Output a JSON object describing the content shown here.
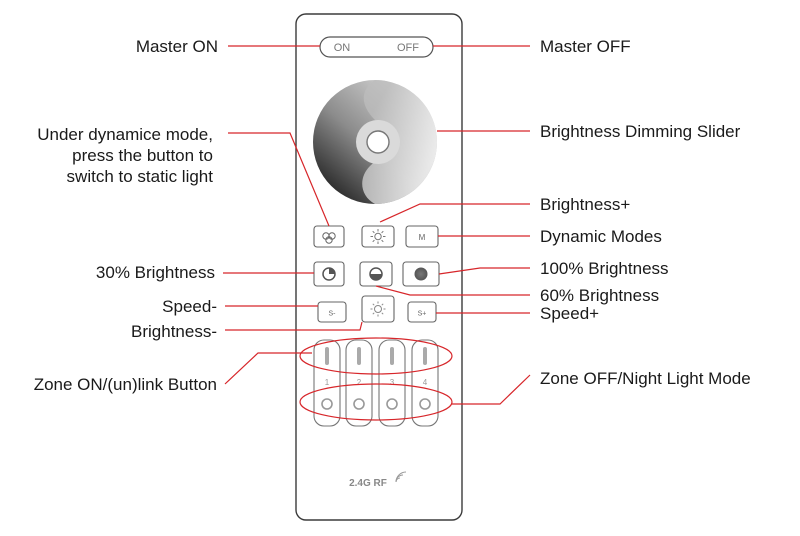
{
  "remote": {
    "on_label": "ON",
    "off_label": "OFF",
    "speed_minus_label": "S-",
    "speed_plus_label": "S+",
    "mode_label": "M",
    "zones": [
      "1",
      "2",
      "3",
      "4"
    ],
    "rf_label": "2.4G RF"
  },
  "callouts": {
    "master_on": "Master ON",
    "master_off": "Master OFF",
    "dynamic_line1": "Under dynamice mode,",
    "dynamic_line2": "press the button to",
    "dynamic_line3": "switch to static light",
    "brightness_dimming_slider": "Brightness Dimming Slider",
    "brightness_plus": "Brightness+",
    "dynamic_modes": "Dynamic Modes",
    "brightness_30": "30% Brightness",
    "brightness_100": "100% Brightness",
    "brightness_60": "60% Brightness",
    "speed_minus": "Speed-",
    "speed_plus": "Speed+",
    "brightness_minus": "Brightness-",
    "zone_on": "Zone ON/(un)link Button",
    "zone_off": "Zone OFF/Night Light Mode"
  },
  "colors": {
    "leader": "#d7262a",
    "outline": "#555555",
    "button_icon": "#6b6b6b"
  }
}
